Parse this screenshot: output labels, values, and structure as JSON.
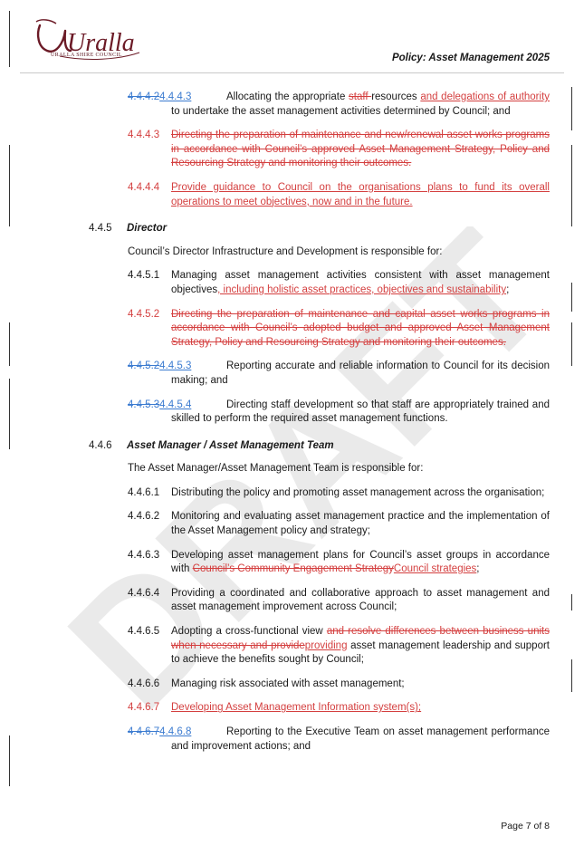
{
  "header": {
    "logo_script": "Uralla",
    "logo_subtitle": "URALLA SHIRE COUNCIL",
    "title": "Policy: Asset Management 2025"
  },
  "watermark": "DRAFT",
  "blocks": {
    "i4443": {
      "num_del": "4.4.4.2",
      "num_ins": "4.4.4.3",
      "t1": "Allocating the appropriate ",
      "del1": "staff ",
      "t2": "resources ",
      "ins1": "and delegations of authority ",
      "t3": "to undertake the asset management activities determined by Council; and"
    },
    "i4443_del": {
      "num": "4.4.4.3",
      "text": "Directing the preparation of maintenance and new/renewal asset works programs in accordance with Council’s approved Asset Management Strategy, Policy and Resourcing Strategy and monitoring their outcomes."
    },
    "i4444": {
      "num": "4.4.4.4",
      "text": "Provide guidance to Council on the organisations plans to fund its overall operations to meet objectives, now and in the future."
    },
    "s445": {
      "num": "4.4.5",
      "title": "Director",
      "intro": "Council’s Director Infrastructure and Development is responsible for:"
    },
    "i4451": {
      "num": "4.4.5.1",
      "t1": "Managing asset management activities consistent with asset management objectives",
      "ins1": ", including holistic asset practices, objectives and sustainability",
      "t2": ";"
    },
    "i4452": {
      "num": "4.4.5.2",
      "text": "Directing the preparation of maintenance and capital asset works programs in accordance with Council’s adopted budget and approved Asset Management Strategy, Policy and Resourcing Strategy and monitoring their outcomes."
    },
    "i4453": {
      "num_del": "4.4.5.2",
      "num_ins": "4.4.5.3",
      "text": "Reporting accurate and reliable information to Council for its decision making; and"
    },
    "i4454": {
      "num_del": "4.4.5.3",
      "num_ins": "4.4.5.4",
      "text": "Directing staff development so that staff are appropriately trained and skilled to perform the required asset management functions."
    },
    "s446": {
      "num": "4.4.6",
      "title": "Asset Manager / Asset Management Team",
      "intro": "The Asset Manager/Asset Management Team is responsible for:"
    },
    "i4461": {
      "num": "4.4.6.1",
      "text": "Distributing the policy and promoting asset management across the organisation;"
    },
    "i4462": {
      "num": "4.4.6.2",
      "text": "Monitoring and evaluating asset management practice and the implementation of the Asset Management policy and strategy;"
    },
    "i4463": {
      "num": "4.4.6.3",
      "t1": "Developing asset management plans for Council’s asset groups in accordance with ",
      "del1": "Council’s Community Engagement Strategy",
      "ins1": "Council strategies",
      "t2": ";"
    },
    "i4464": {
      "num": "4.4.6.4",
      "text": "Providing a coordinated and collaborative approach to asset management and asset management improvement across Council;"
    },
    "i4465": {
      "num": "4.4.6.5",
      "t1": "Adopting a cross-functional view ",
      "del1": "and resolve differences between business units when necessary and provide",
      "ins1": "providing",
      "t2": " asset management leadership and support to achieve the benefits sought by Council;"
    },
    "i4466": {
      "num": "4.4.6.6",
      "text": "Managing risk associated with asset management;"
    },
    "i4467": {
      "num": "4.4.6.7",
      "text": "Developing Asset Management Information system(s);"
    },
    "i4468": {
      "num_del": "4.4.6.7",
      "num_ins": "4.4.6.8",
      "text": "Reporting to the Executive Team on asset management performance and improvement actions; and"
    }
  },
  "footer": {
    "page": "Page 7 of 8"
  }
}
